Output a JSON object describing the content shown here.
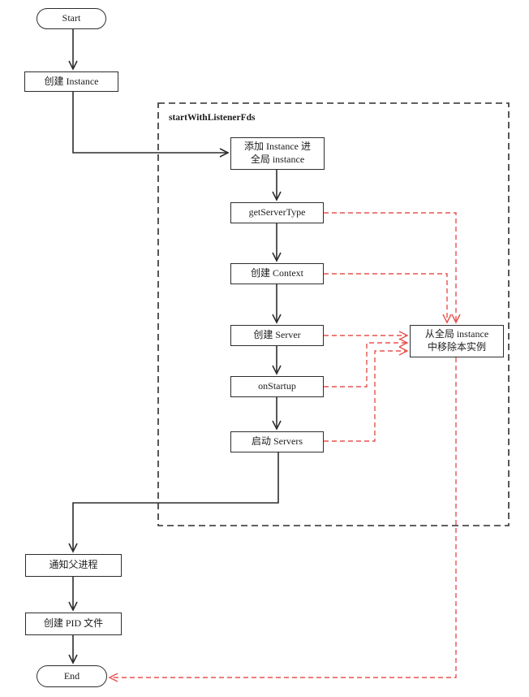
{
  "diagram": {
    "type": "flowchart",
    "group": {
      "label": "startWithListenerFds"
    },
    "colors": {
      "line": "#2d2d2d",
      "highlight_red": "#e8524d",
      "node_fill": "#ffffff",
      "background": "#ffffff"
    },
    "nodes": {
      "start": {
        "label": "Start",
        "shape": "stadium"
      },
      "create_instance": {
        "label": "创建 Instance",
        "shape": "rect"
      },
      "add_instance": {
        "line1": "添加 Instance 进",
        "line2": "全局 instance",
        "shape": "rect"
      },
      "get_server_type": {
        "label": "getServerType",
        "shape": "rect"
      },
      "create_context": {
        "label": "创建 Context",
        "shape": "rect"
      },
      "create_server": {
        "label": "创建 Server",
        "shape": "rect"
      },
      "on_startup": {
        "label": "onStartup",
        "shape": "rect"
      },
      "start_servers": {
        "label": "启动 Servers",
        "shape": "rect"
      },
      "remove_instance": {
        "line1": "从全局 instance",
        "line2": "中移除本实例",
        "shape": "rect"
      },
      "notify_parent": {
        "label": "通知父进程",
        "shape": "rect"
      },
      "create_pid": {
        "label": "创建 PID 文件",
        "shape": "rect"
      },
      "end": {
        "label": "End",
        "shape": "stadium"
      }
    },
    "edges": [
      {
        "from": "start",
        "to": "create_instance",
        "style": "solid"
      },
      {
        "from": "create_instance",
        "to": "add_instance",
        "style": "solid"
      },
      {
        "from": "add_instance",
        "to": "get_server_type",
        "style": "solid"
      },
      {
        "from": "get_server_type",
        "to": "create_context",
        "style": "solid"
      },
      {
        "from": "create_context",
        "to": "create_server",
        "style": "solid"
      },
      {
        "from": "create_server",
        "to": "on_startup",
        "style": "solid"
      },
      {
        "from": "on_startup",
        "to": "start_servers",
        "style": "solid"
      },
      {
        "from": "start_servers",
        "to": "notify_parent",
        "style": "solid"
      },
      {
        "from": "notify_parent",
        "to": "create_pid",
        "style": "solid"
      },
      {
        "from": "create_pid",
        "to": "end",
        "style": "solid"
      },
      {
        "from": "get_server_type",
        "to": "remove_instance",
        "style": "red-dashed"
      },
      {
        "from": "create_context",
        "to": "remove_instance",
        "style": "red-dashed"
      },
      {
        "from": "create_server",
        "to": "remove_instance",
        "style": "red-dashed"
      },
      {
        "from": "on_startup",
        "to": "remove_instance",
        "style": "red-dashed"
      },
      {
        "from": "start_servers",
        "to": "remove_instance",
        "style": "red-dashed"
      },
      {
        "from": "remove_instance",
        "to": "end",
        "style": "red-dashed"
      }
    ]
  }
}
